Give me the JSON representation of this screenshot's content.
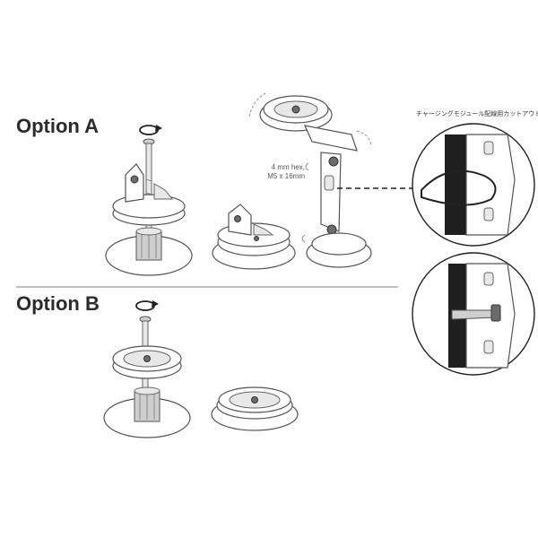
{
  "labels": {
    "option_a": "Option A",
    "option_b": "Option B"
  },
  "annotations": {
    "cutout_note": "チャージングモジュール配線用カットアウト",
    "screw_spec_line1": "4 mm hex,",
    "screw_spec_line2": "M5 x 16mm"
  }
}
